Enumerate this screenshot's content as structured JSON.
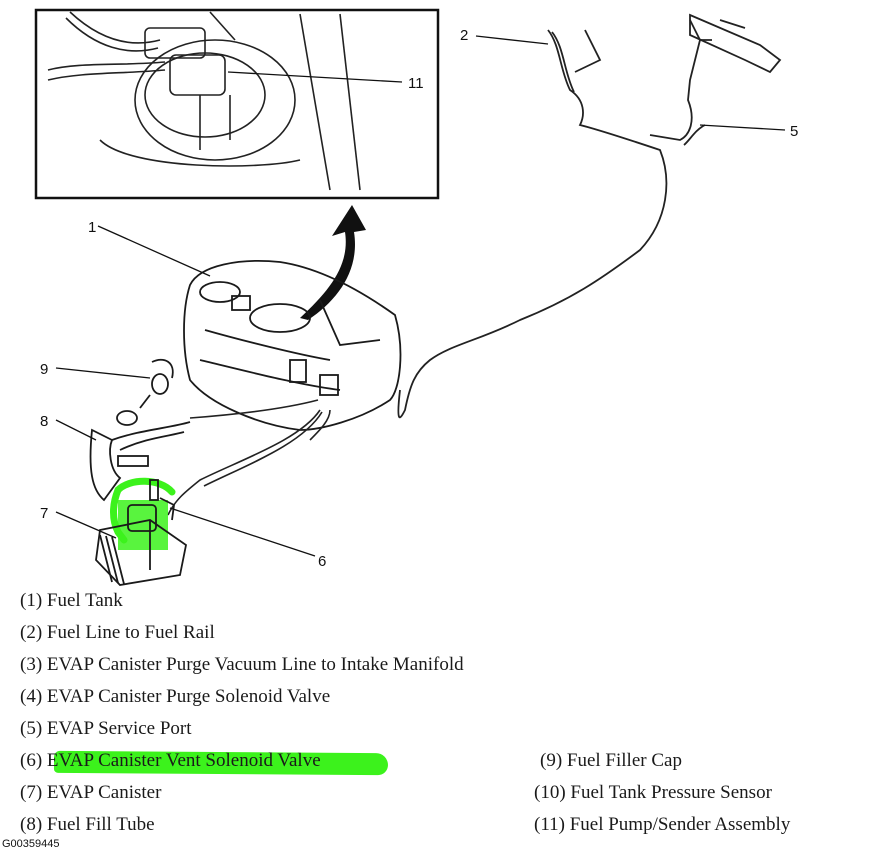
{
  "diagram": {
    "callouts": [
      "1",
      "2",
      "5",
      "6",
      "7",
      "8",
      "9",
      "11"
    ],
    "highlight_color": "#3cf21c"
  },
  "legend": {
    "left": [
      "(1)  Fuel Tank",
      "(2)  Fuel Line to Fuel Rail",
      "(3)  EVAP Canister Purge Vacuum Line to Intake Manifold",
      "(4)  EVAP Canister Purge Solenoid Valve",
      "(5)  EVAP Service Port",
      "(6)  EVAP Canister Vent Solenoid Valve",
      "(7)  EVAP Canister",
      "(8)  Fuel Fill Tube"
    ],
    "right": [
      "(9)  Fuel Filler Cap",
      "(10) Fuel Tank Pressure Sensor",
      "(11) Fuel Pump/Sender Assembly"
    ]
  },
  "figure_id": "G00359445"
}
